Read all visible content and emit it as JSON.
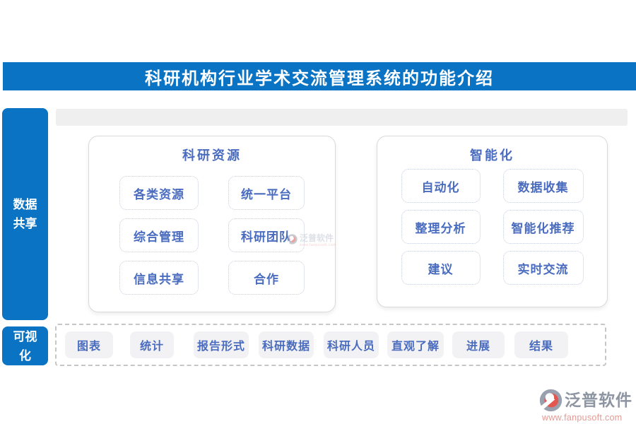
{
  "title": "科研机构行业学术交流管理系统的功能介绍",
  "sidebar": {
    "items": [
      {
        "label": "数据共享"
      },
      {
        "label": "可视化"
      }
    ]
  },
  "cards": [
    {
      "title": "科研资源",
      "buttons": [
        "各类资源",
        "统一平台",
        "综合管理",
        "科研团队",
        "信息共享",
        "合作"
      ]
    },
    {
      "title": "智能化",
      "buttons": [
        "自动化",
        "数据收集",
        "整理分析",
        "智能化推荐",
        "建议",
        "实时交流"
      ]
    }
  ],
  "bottom_row": {
    "buttons": [
      "图表",
      "统计",
      "报告形式",
      "科研数据",
      "科研人员",
      "直观了解",
      "进展",
      "结果"
    ]
  },
  "branding": {
    "name": "泛普软件",
    "url": "www.fanpusoft.com"
  },
  "colors": {
    "accent_blue": "#0a73c3",
    "text_blue": "#4a6cbf",
    "logo_red": "#e2574e",
    "logo_gray": "#99a1ae",
    "panel_gray": "#efefef"
  }
}
